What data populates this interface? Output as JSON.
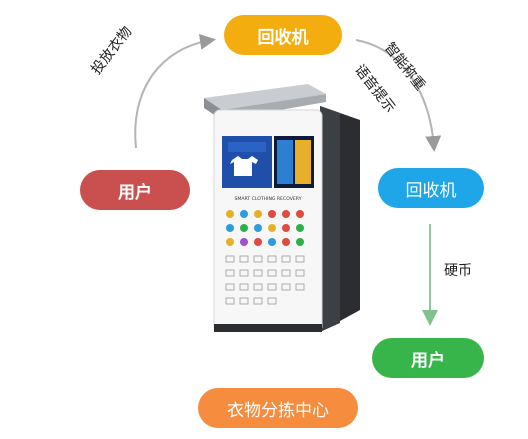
{
  "nodes": {
    "top": "回收机",
    "user_left": "用户",
    "recycler_right": "回收机",
    "user_right": "用户",
    "sorting_center": "衣物分拣中心"
  },
  "edges": {
    "put_clothes": "投放衣物",
    "weigh": "智能称重",
    "voice_prompt": "语音提示",
    "coin": "硬币"
  },
  "machine": {
    "front_title": "SMART CLOTHING RECOVERY"
  },
  "colors": {
    "top": "#f4ad0e",
    "user_left": "#c9504f",
    "recycler_right": "#1ea6e8",
    "user_right": "#37b44a",
    "sorting_center": "#f58c3e"
  }
}
